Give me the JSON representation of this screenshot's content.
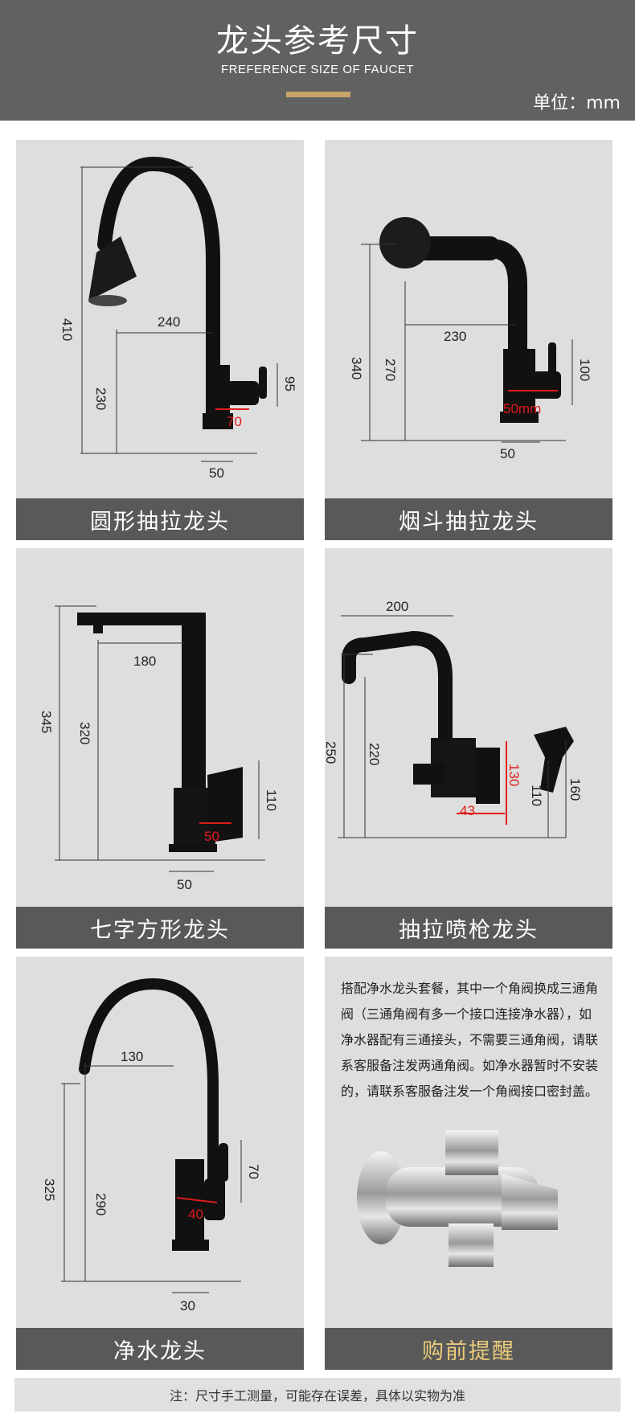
{
  "header": {
    "title": "龙头参考尺寸",
    "subtitle": "FREFERENCE SIZE OF FAUCET",
    "unit": "单位：mm",
    "accent_color": "#c8a36a"
  },
  "cards": [
    {
      "caption": "圆形抽拉龙头",
      "dims": {
        "total_height": "410",
        "spout_height": "230",
        "reach": "240",
        "handle_height": "95",
        "body_diameter": "70",
        "base_diameter": "50"
      }
    },
    {
      "caption": "烟斗抽拉龙头",
      "dims": {
        "total_height": "340",
        "spout_height": "270",
        "reach": "230",
        "handle_height": "100",
        "body_diameter": "50mm",
        "base_diameter": "50"
      }
    },
    {
      "caption": "七字方形龙头",
      "dims": {
        "total_height": "345",
        "spout_height": "320",
        "reach": "180",
        "handle_height": "110",
        "body_width": "50",
        "base_width": "50"
      }
    },
    {
      "caption": "抽拉喷枪龙头",
      "dims": {
        "total_height": "250",
        "spout_height": "220",
        "reach": "200",
        "body_height": "130",
        "body_width": "43",
        "sprayer_height_outer": "160",
        "sprayer_height_inner": "110"
      }
    },
    {
      "caption": "净水龙头",
      "dims": {
        "total_height": "325",
        "spout_height": "290",
        "reach": "130",
        "handle_height": "70",
        "body_diameter": "40",
        "base_diameter": "30"
      }
    }
  ],
  "note": {
    "caption": "购前提醒",
    "text": "搭配净水龙头套餐，其中一个角阀换成三通角阀（三通角阀有多一个接口连接净水器），如净水器配有三通接头，不需要三通角阀，请联系客服备注发两通角阀。如净水器暂时不安装的，请联系客服备注发一个角阀接口密封盖。"
  },
  "footer": {
    "text": "注：尺寸手工测量，可能存在误差，具体以实物为准"
  }
}
